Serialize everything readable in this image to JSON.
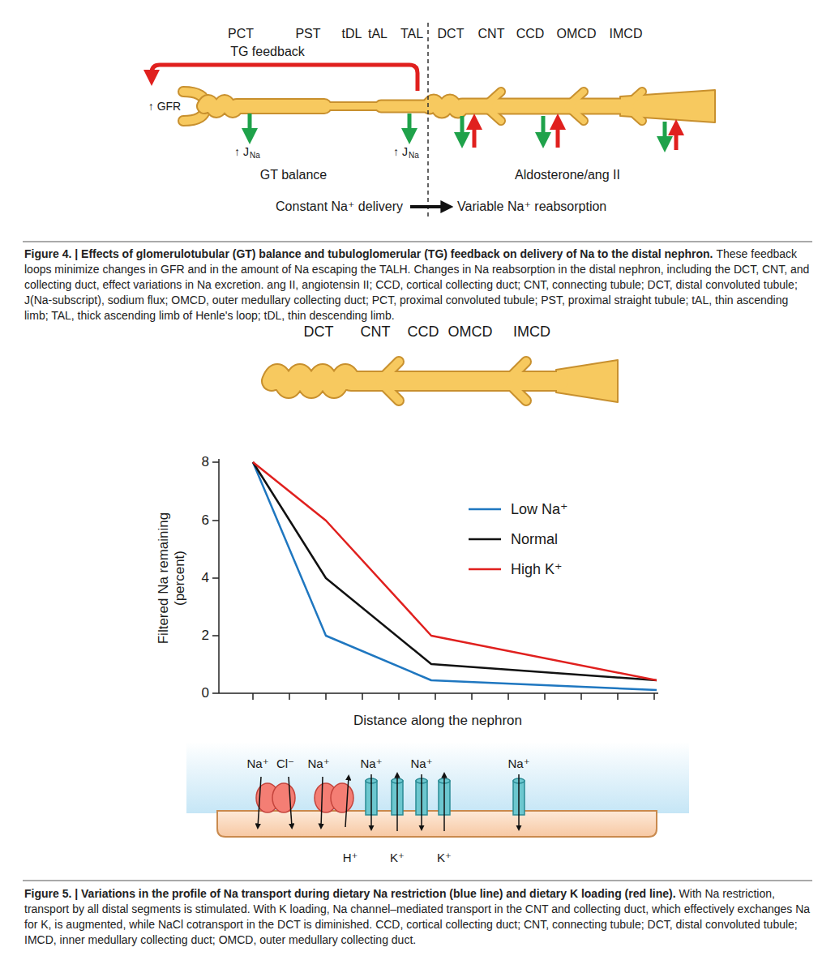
{
  "diagram": {
    "caption": "Figure 4. | Effects of glomerulotubular (GT) balance and tubuloglomerular (TG) feedback on delivery of Na to the distal nephron.",
    "labels": [
      "PCT",
      "PST",
      "tDL",
      "tAL",
      "TAL",
      "DCT",
      "CNT",
      "CCD",
      "OMCD",
      "IMCD",
      "TG feedback",
      "↑ GFR",
      "↑ J",
      "Na",
      "↑ J",
      "Na",
      "GT balance",
      "Aldosterone/ang II",
      "Constant Na⁺ delivery",
      "Variable Na⁺ reabsorption",
      "These feedback loops minimize changes in GFR and in the amount of Na escaping the TALH. Changes in Na reabsorption in the distal nephron, including the DCT, CNT, and collecting duct, effect variations in Na excretion. ang II, angiotensin II; CCD, cortical collecting duct; CNT, connecting tubule; DCT, distal convoluted tubule; J(Na-subscript), sodium flux; OMCD, outer medullary collecting duct; PCT, proximal convoluted tubule; PST, proximal straight tubule; tAL, thin ascending limb; TAL, thick ascending limb of Henle's loop; tDL, thin descending limb.",
      "DCT",
      "CNT",
      "CCD",
      "OMCD",
      "IMCD",
      "8",
      "6",
      "4",
      "2",
      "0",
      "Filtered Na remaining (percent)",
      "Distance along the nephron",
      "Na⁺",
      "Cl⁻",
      "Na⁺",
      "H⁺",
      "Na⁺",
      "K⁺",
      "Na⁺",
      "K⁺",
      "Na⁺",
      "Figure 5. | Variations in the profile of Na transport during dietary Na restriction (blue line) and dietary K loading (red line).",
      "With Na restriction, transport by all distal segments is stimulated. With K loading, Na channel–mediated transport in the CNT and collecting duct, which effectively exchanges Na for K, is augmented, while NaCl cotransport in the DCT is diminished. CCD, cortical collecting duct; CNT, connecting tubule; DCT, distal convoluted tubule; IMCD, inner medullary collecting duct; OMCD, outer medullary collecting duct."
    ],
    "legend": [
      {
        "text": "Low Na⁺"
      },
      {
        "text": "Normal"
      },
      {
        "text": "High K⁺"
      }
    ]
  }
}
